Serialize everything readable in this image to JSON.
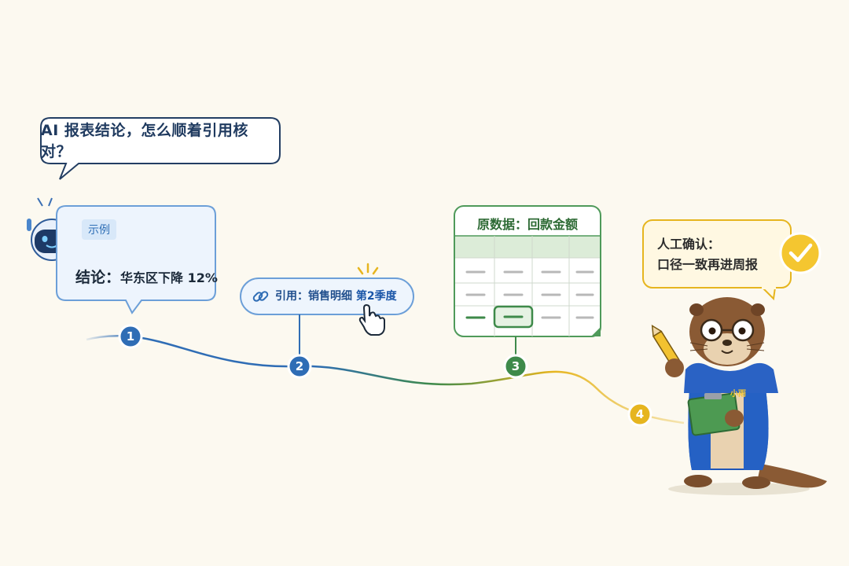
{
  "question_bubble": {
    "text": "AI 报表结论，怎么顺着引用核对？"
  },
  "ai_card": {
    "tag": "示例",
    "conclusion_label": "结论：",
    "conclusion_value": "华东区下降 12%"
  },
  "citation": {
    "label": "引用：销售明细",
    "highlight": "第2季度"
  },
  "source_table": {
    "title": "原数据：回款金额"
  },
  "human_confirm": {
    "line1": "人工确认：",
    "line2": "口径一致再进周报"
  },
  "steps": [
    {
      "number": "1",
      "color": "#2f6db5"
    },
    {
      "number": "2",
      "color": "#2f6db5"
    },
    {
      "number": "3",
      "color": "#3e8a4a"
    },
    {
      "number": "4",
      "color": "#e6b51f"
    }
  ],
  "mascot": {
    "badge_text": "小雨"
  },
  "colors": {
    "blue": "#2f6db5",
    "green": "#3e8a4a",
    "yellow": "#e6b51f",
    "background": "#fcf9f0"
  }
}
